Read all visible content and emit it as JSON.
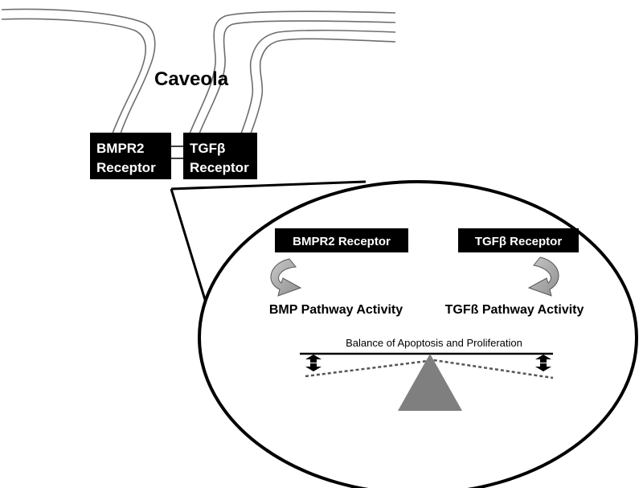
{
  "caveola": {
    "label": "Caveola"
  },
  "membrane_receptors": {
    "bmpr2": {
      "line1": "BMPR2",
      "line2": "Receptor"
    },
    "tgfb": {
      "line1": "TGFβ",
      "line2": "Receptor"
    }
  },
  "zoom": {
    "bmpr2_receptor": "BMPR2 Receptor",
    "tgfb_receptor": "TGFβ Receptor",
    "bmp_pathway": "BMP Pathway Activity",
    "tgfb_pathway": "TGFß Pathway Activity",
    "balance_label": "Balance of Apoptosis and Proliferation"
  },
  "colors": {
    "box": "#000000",
    "arrow_fill": "#a6a6a6",
    "fulcrum": "#7f7f7f",
    "membrane": "#6e6e6e"
  }
}
